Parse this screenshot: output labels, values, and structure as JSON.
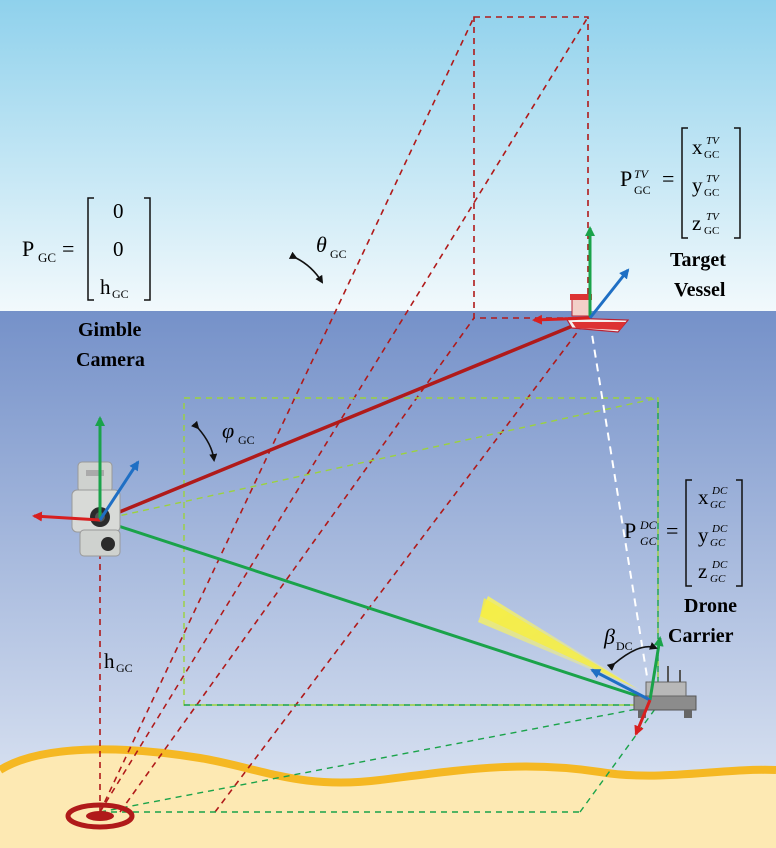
{
  "labels": {
    "gimbal_title_line1": "Gimble",
    "gimbal_title_line2": "Camera",
    "target_title_line1": "Target",
    "target_title_line2": "Vessel",
    "drone_title_line1": "Drone",
    "drone_title_line2": "Carrier",
    "h_main": "h",
    "gc_sub": "GC",
    "tv_sup": "TV",
    "dc_sup": "DC",
    "dc_sub": "DC",
    "P": "P",
    "eq": "=",
    "zero": "0",
    "x": "x",
    "y": "y",
    "z": "z",
    "theta": "θ",
    "phi": "φ",
    "beta": "β"
  },
  "colors": {
    "sky_top": "#8fd1ec",
    "sky_bottom": "#eef7fb",
    "sea_top": "#7591c9",
    "sea_bottom": "#dbe4f3",
    "sand": "#fde9b3",
    "shore": "#f5b823",
    "red_line": "#b01a1a",
    "green_line": "#1aa34a",
    "dashed_green": "#9bd23d",
    "blue_arrow": "#1f6fc4"
  }
}
